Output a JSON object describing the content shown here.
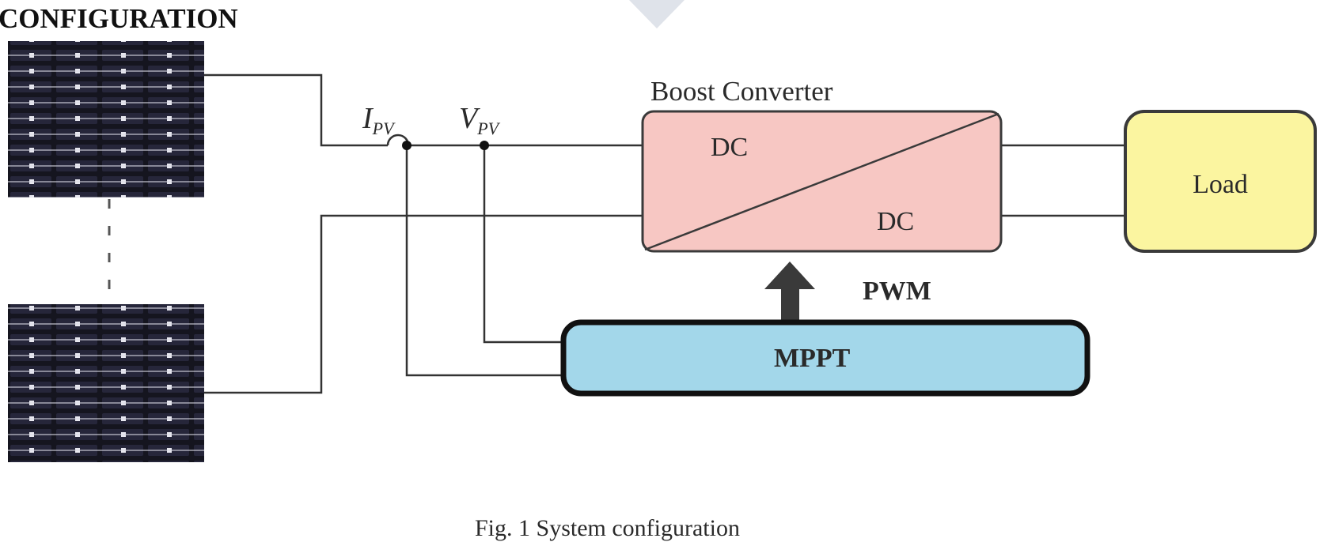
{
  "heading": "CONFIGURATION",
  "diagram": {
    "converter_title": "Boost Converter",
    "dc_input_label": "DC",
    "dc_output_label": "DC",
    "load_label": "Load",
    "pwm_label": "PWM",
    "mppt_label": "MPPT",
    "current_symbol": "I",
    "current_subscript": "PV",
    "voltage_symbol": "V",
    "voltage_subscript": "PV"
  },
  "caption": "Fig. 1 System configuration",
  "colors": {
    "converter_fill": "#f7c7c3",
    "load_fill": "#fbf5a0",
    "load_border": "#b8b04a",
    "mppt_fill": "#a3d7ea",
    "arrow": "#3a3a3a",
    "panel": "#141420"
  }
}
